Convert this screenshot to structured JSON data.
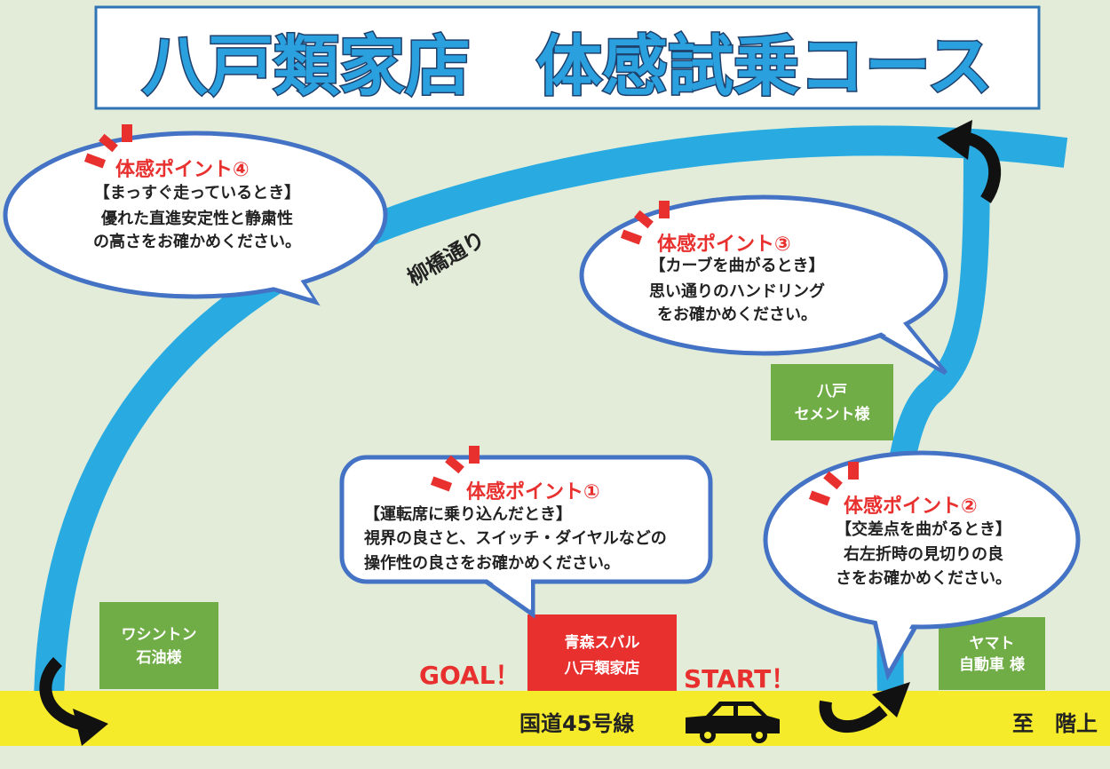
{
  "title": "八戸類家店　体感試乗コース",
  "street_label": "柳橋通り",
  "points": [
    {
      "heading": "体感ポイント①",
      "scene": "【運転席に乗り込んだとき】",
      "lines": [
        "視界の良さと、スイッチ・ダイヤルなどの",
        "操作性の良さをお確かめください。"
      ]
    },
    {
      "heading": "体感ポイント②",
      "scene": "【交差点を曲がるとき】",
      "lines": [
        "右左折時の見切りの良",
        "さをお確かめください。"
      ]
    },
    {
      "heading": "体感ポイント③",
      "scene": "【カーブを曲がるとき】",
      "lines": [
        "思い通りのハンドリング",
        "をお確かめください。"
      ]
    },
    {
      "heading": "体感ポイント④",
      "scene": "【まっすぐ走っているとき】",
      "lines": [
        "優れた直進安定性と静粛性",
        "の高さをお確かめください。"
      ]
    }
  ],
  "landmarks": {
    "washington": [
      "ワシントン",
      "石油様"
    ],
    "cement": [
      "八戸",
      "セメント様"
    ],
    "yamato": [
      "ヤマト",
      "自動車 様"
    ],
    "store": [
      "青森スバル",
      "八戸類家店"
    ]
  },
  "goal": "GOAL！",
  "start": "START！",
  "route": "国道45号線",
  "direction": "至　階上",
  "colors": {
    "road": "#29abe2",
    "highway": "#f5eb2a",
    "landmark": "#70ad47",
    "store": "#e8302f",
    "bubble_border": "#4472c4"
  }
}
